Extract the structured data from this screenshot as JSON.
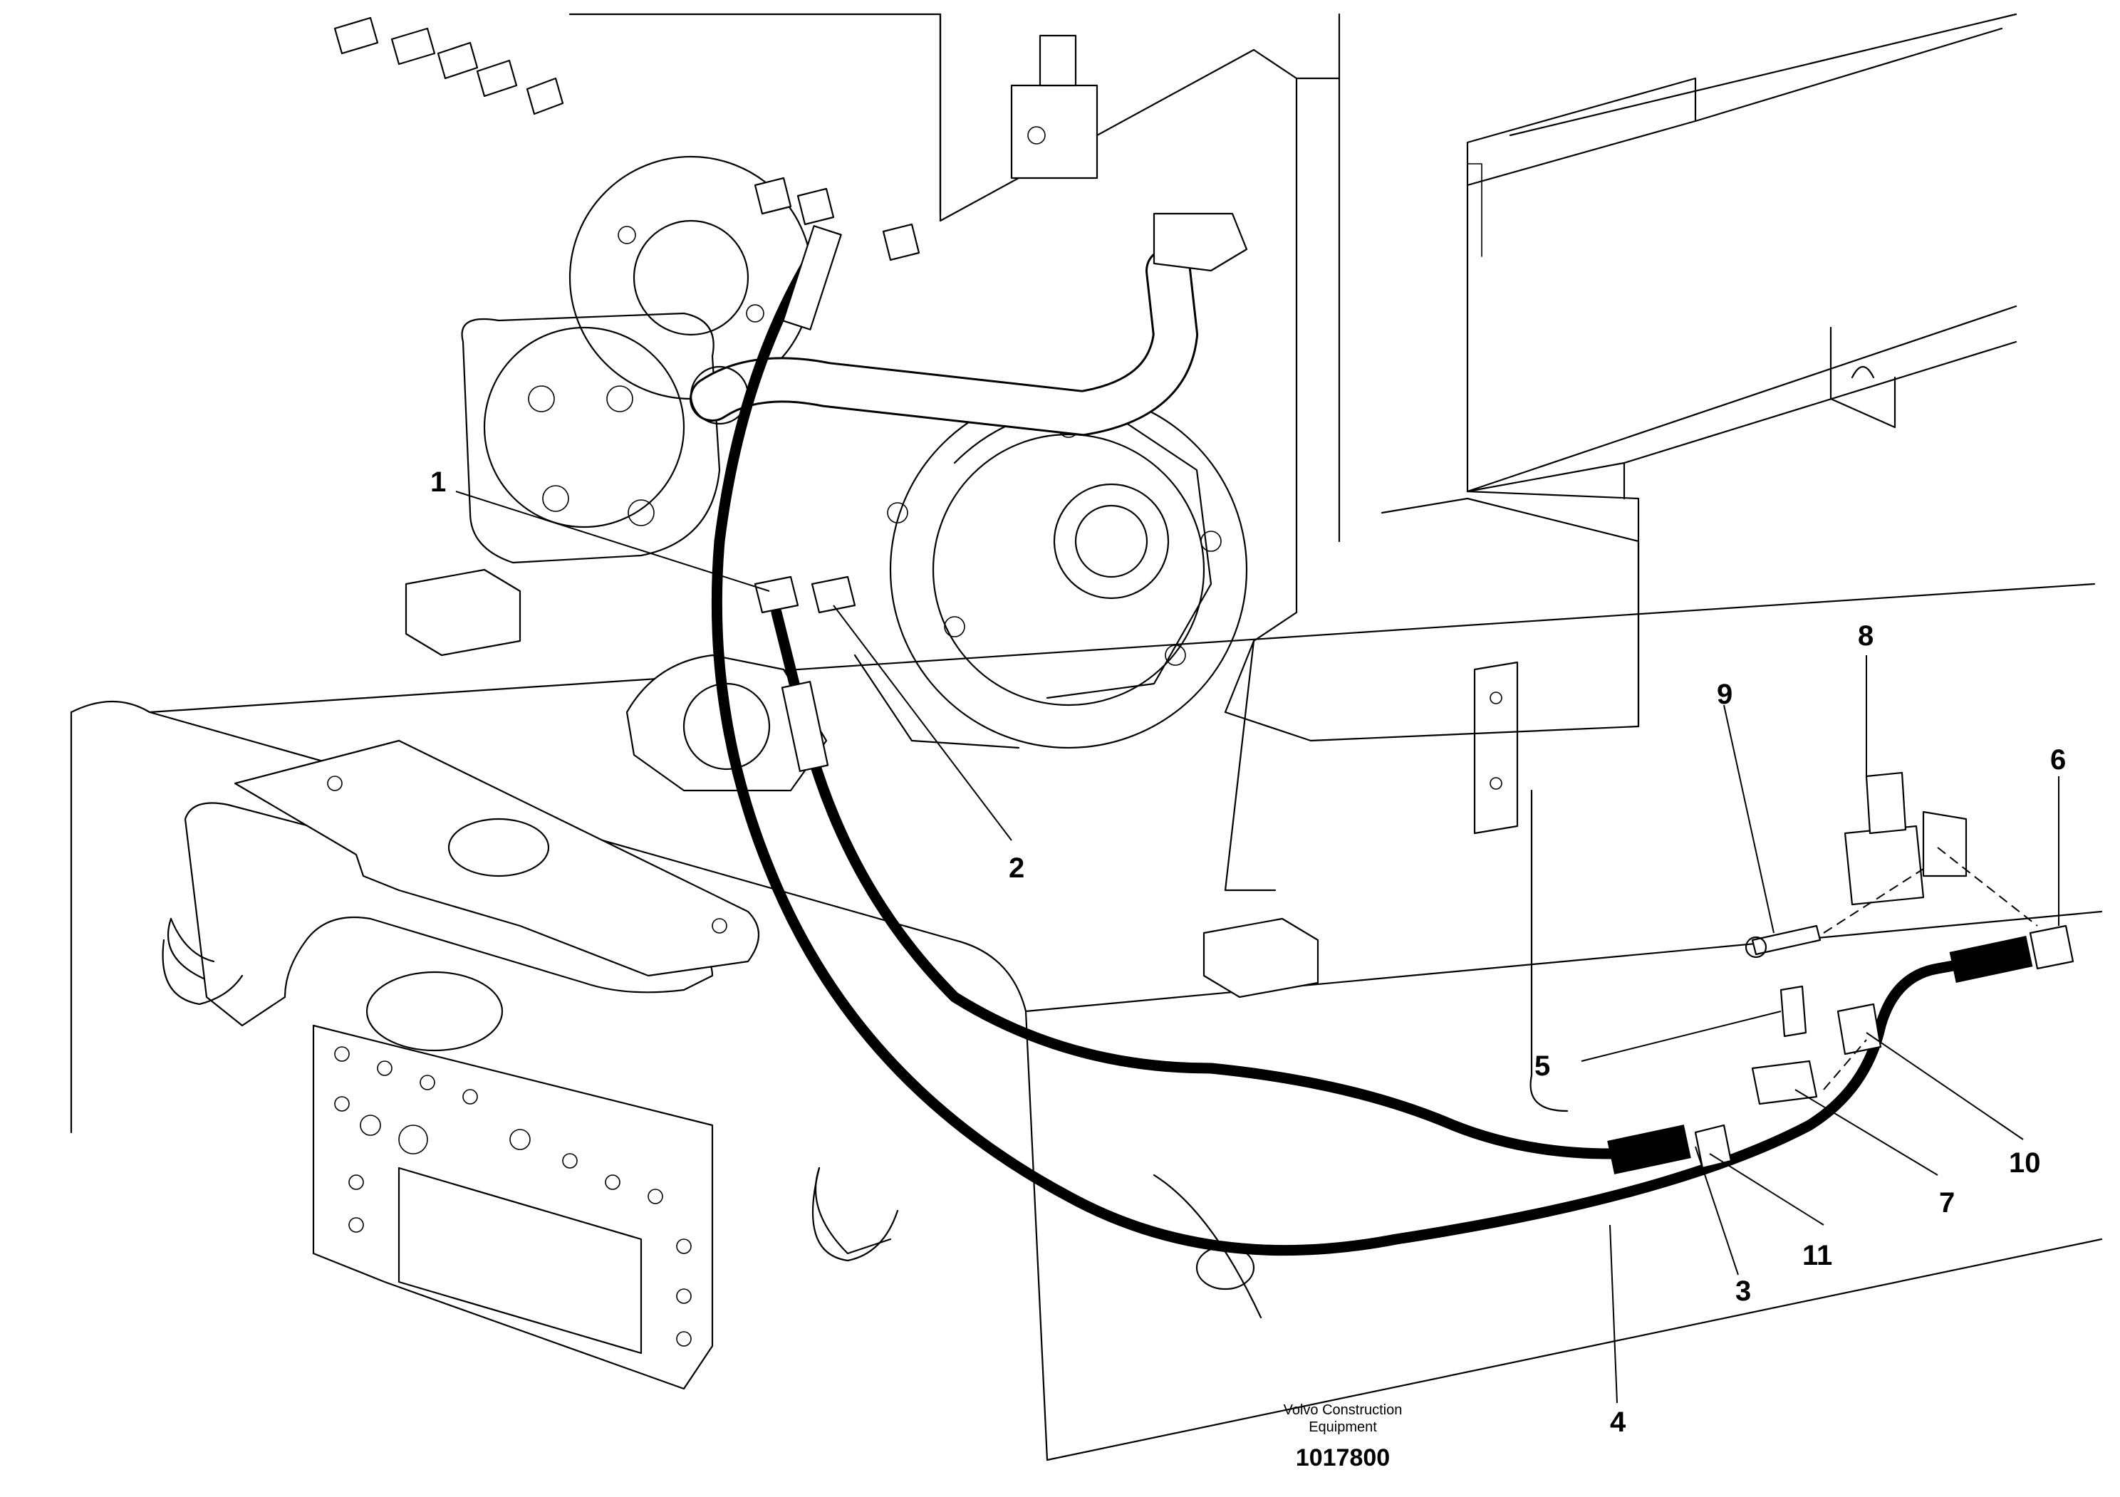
{
  "callouts": [
    {
      "label": "1"
    },
    {
      "label": "2"
    },
    {
      "label": "3"
    },
    {
      "label": "4"
    },
    {
      "label": "5"
    },
    {
      "label": "6"
    },
    {
      "label": "7"
    },
    {
      "label": "8"
    },
    {
      "label": "9"
    },
    {
      "label": "10"
    },
    {
      "label": "11"
    }
  ],
  "footer": {
    "brand_line1": "Volvo Construction",
    "brand_line2": "Equipment",
    "drawing_id": "1017800"
  }
}
